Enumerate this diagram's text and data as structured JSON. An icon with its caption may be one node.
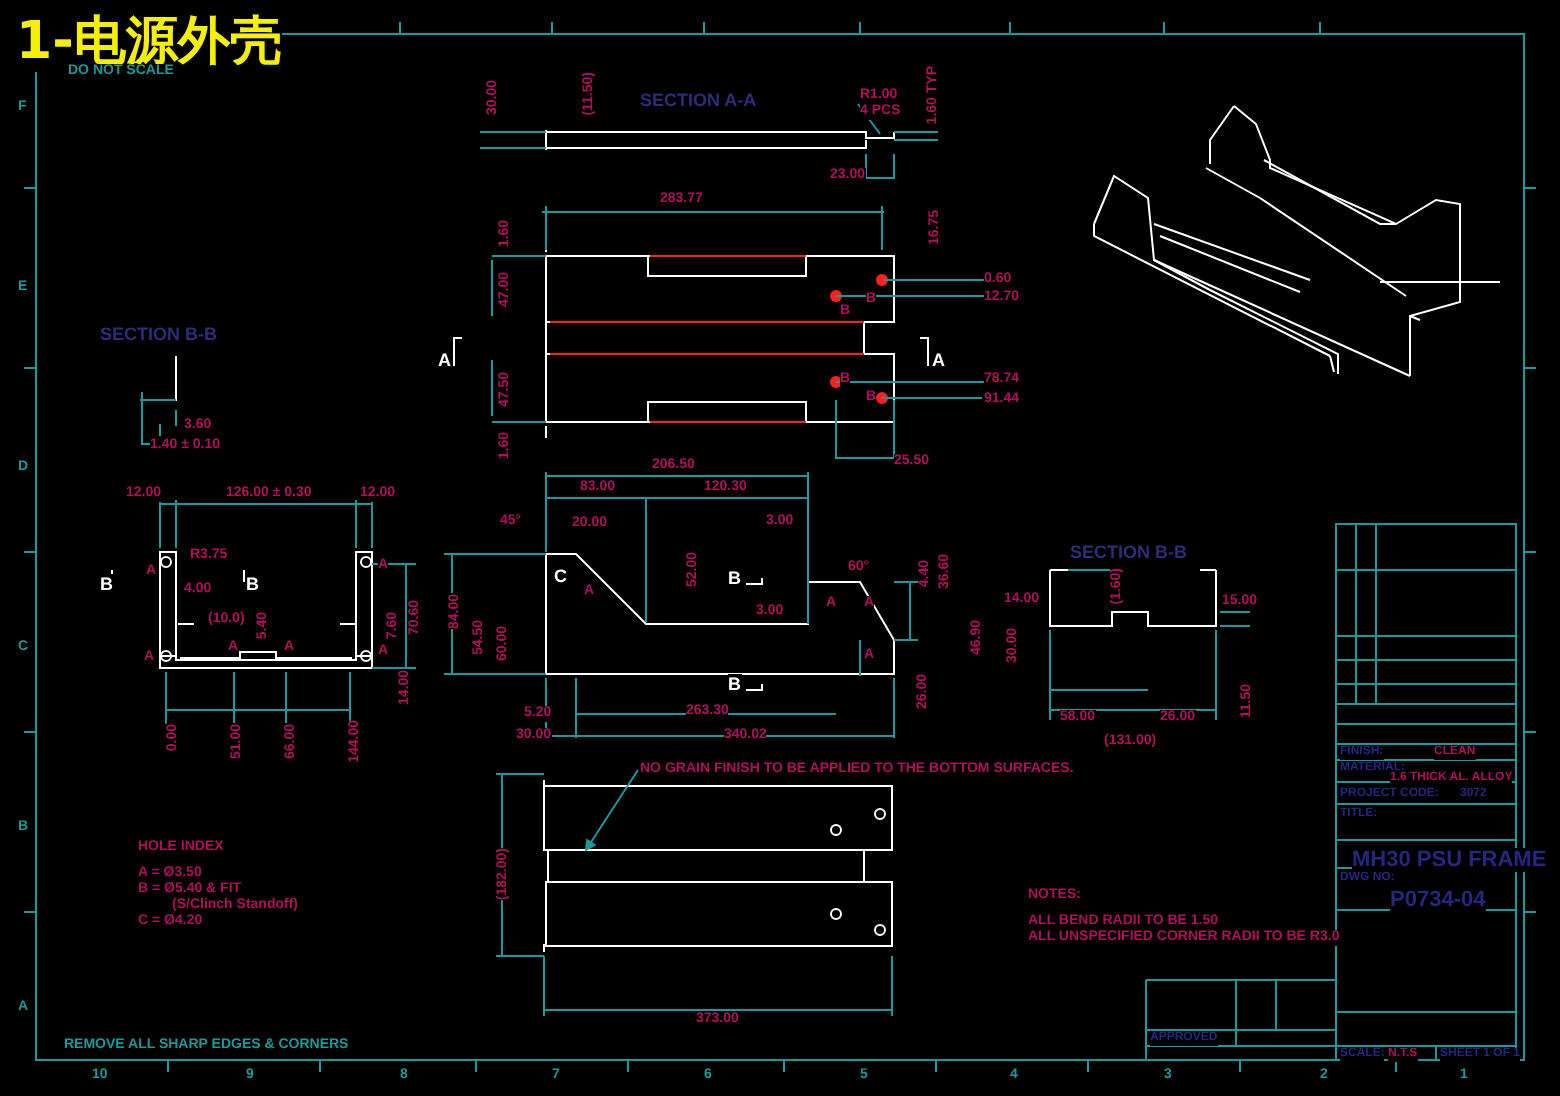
{
  "diagram": {
    "title": "1-电源外壳",
    "nodes": [
      {
        "text": [
          "R1.00 4 PCS"
        ]
      },
      {
        "text": [
          "NO GRAIN FINISH TO BE APPLIED TO THE BOTTOM SURFACES."
        ]
      },
      {
        "text": [],
        "shape": "box"
      }
    ],
    "edges": [
      {
        "from": 0,
        "to": null,
        "arrow": "none"
      },
      {
        "from": 1,
        "to": 2,
        "arrow": "to"
      }
    ],
    "labels": [
      "DO NOT SCALE",
      "SECTION A-A",
      "30.00",
      "(11.50)",
      "1.60 TYP",
      "23.00",
      "283.77",
      "1.60",
      "16.75",
      "47.00",
      "B",
      "B",
      "0.60",
      "12.70",
      "A",
      "A",
      "47.50",
      "B",
      "B",
      "78.74",
      "91.44",
      "1.60",
      "25.50",
      "SECTION B-B",
      "3.60",
      "1.40 ± 0.10",
      "12.00",
      "126.00 ± 0.30",
      "12.00",
      "R3.75",
      "B",
      "B",
      "A",
      "4.00",
      "(10.0)",
      "A",
      "A",
      "A",
      "A",
      "A",
      "5.40",
      "7.60",
      "70.60",
      "14.00",
      "0.00",
      "51.00",
      "66.00",
      "144.00",
      "206.50",
      "83.00",
      "120.30",
      "45°",
      "20.00",
      "3.00",
      "C",
      "A",
      "52.00",
      "B",
      "3.00",
      "60°",
      "4.40",
      "36.60",
      "A",
      "A",
      "A",
      "84.00",
      "54.50",
      "60.00",
      "46.90",
      "26.00",
      "B",
      "5.20",
      "263.30",
      "30.00",
      "340.02",
      "SECTION B-B",
      "14.00",
      "(1.60)",
      "15.00",
      "30.00",
      "11.50",
      "58.00",
      "26.00",
      "(131.00)",
      "HOLE INDEX",
      "A = Ø3.50",
      "B = Ø5.40 & FIT",
      "(S/Clinch Standoff)",
      "C = Ø4.20",
      "(182.00)",
      "373.00",
      "NOTES:",
      "ALL BEND RADII TO BE 1.50",
      "ALL UNSPECIFIED CORNER RADII TO BE R3.0",
      "REMOVE ALL SHARP EDGES & CORNERS",
      "FINISH:",
      "CLEAN",
      "MATERIAL:",
      "1.6 THICK AL. ALLOY",
      "PROJECT CODE:",
      "3072",
      "TITLE:",
      "MH30 PSU FRAME",
      "DWG NO:",
      "P0734-04",
      "APPROVED",
      "SCALE:",
      "N.T.S",
      "SHEET 1 OF 1",
      "F",
      "E",
      "D",
      "C",
      "B",
      "A",
      "10",
      "9",
      "8",
      "7",
      "6",
      "5",
      "4",
      "3",
      "2",
      "1"
    ]
  }
}
